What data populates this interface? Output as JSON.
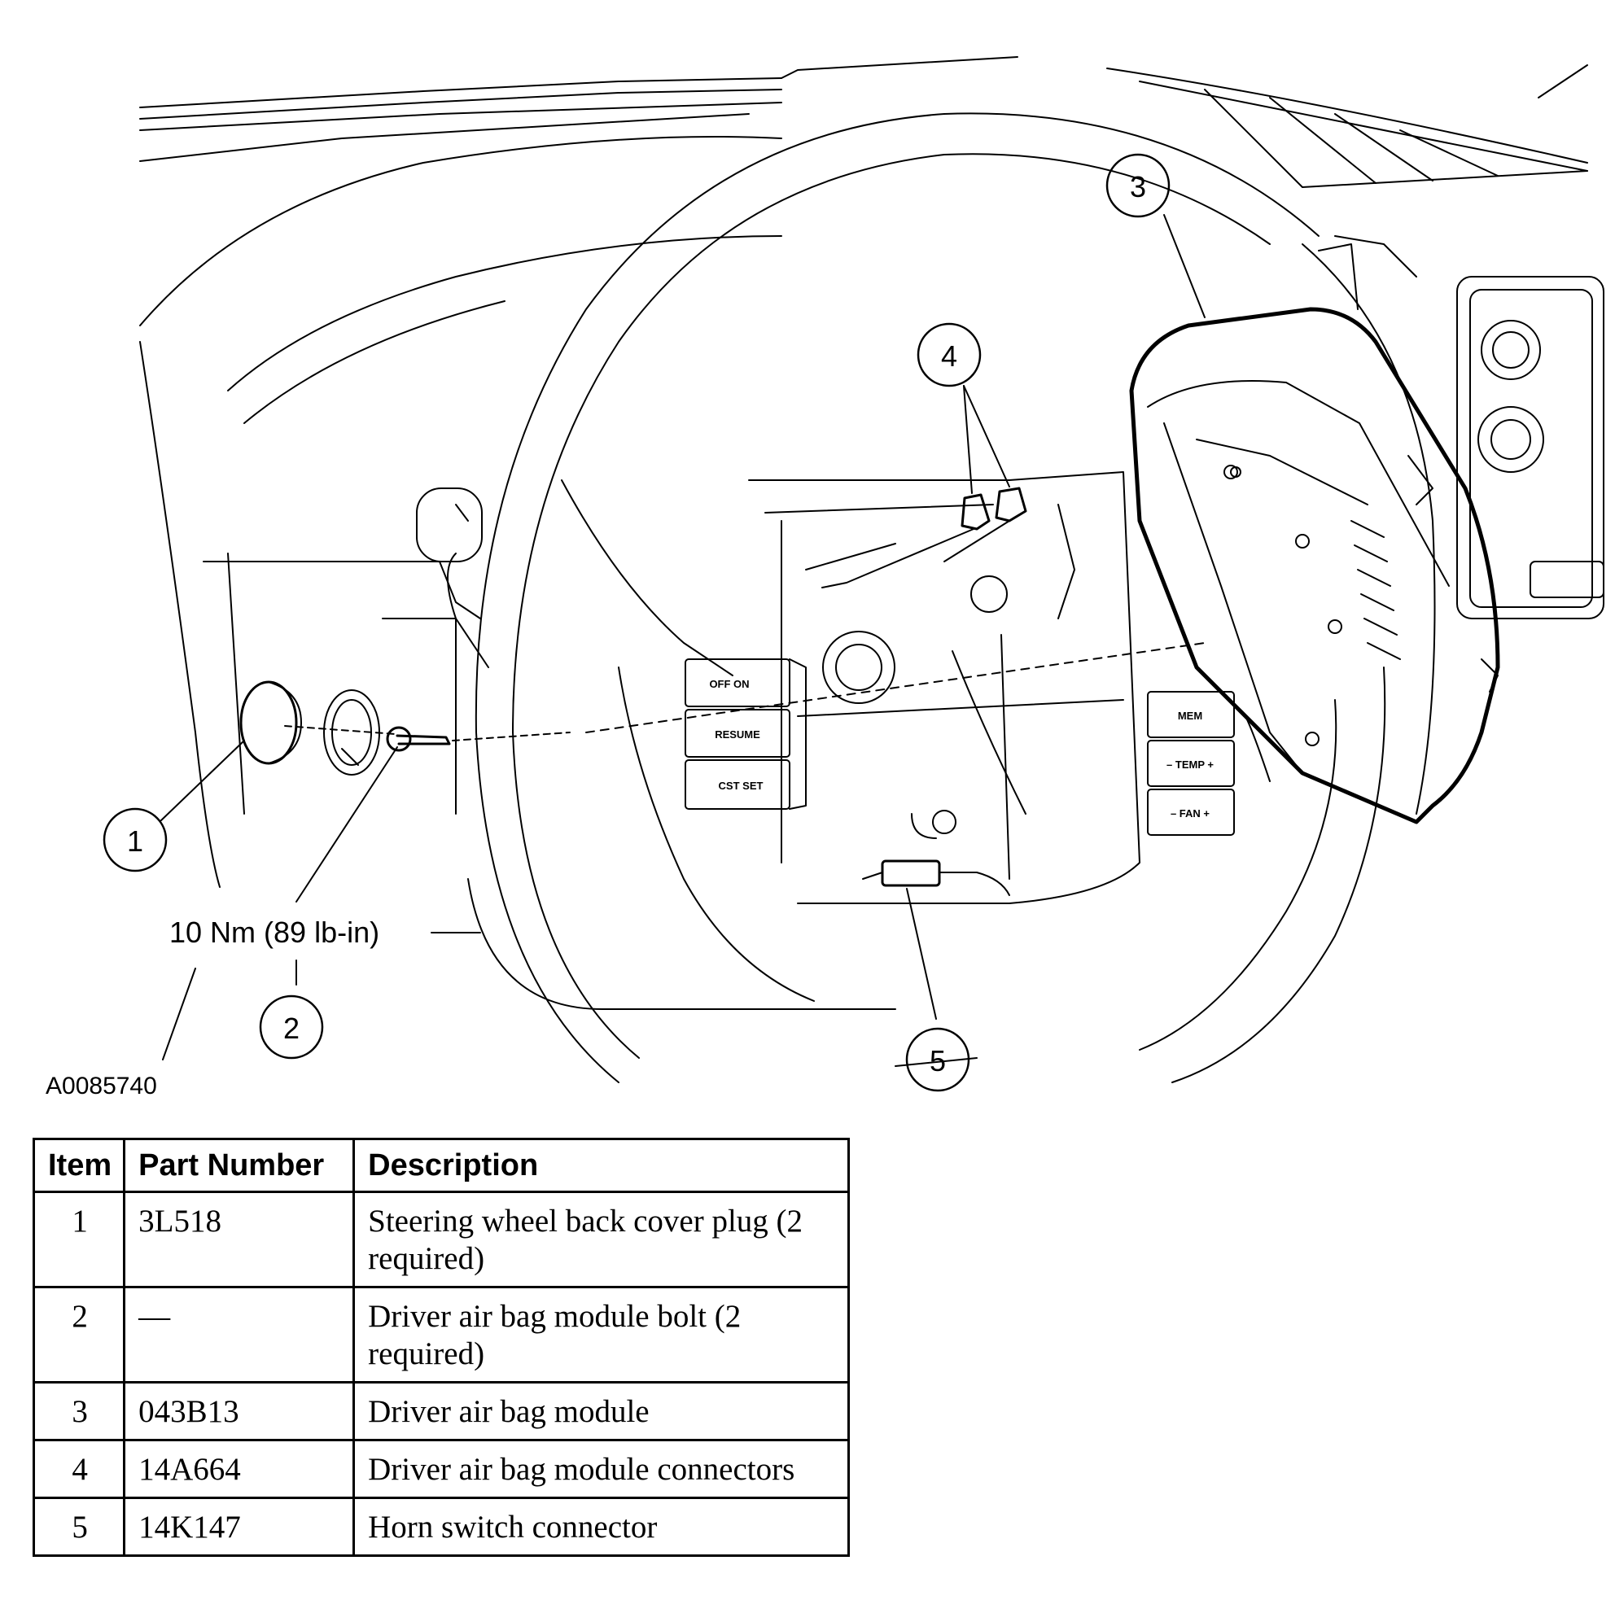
{
  "figure": {
    "id": "A0085740",
    "torque_label": "10 Nm (89 lb-in)",
    "callouts": [
      "1",
      "2",
      "3",
      "4",
      "5"
    ],
    "switch_labels": {
      "cruise": [
        "OFF ON",
        "RESUME",
        "CST SET"
      ],
      "climate": [
        "MEM",
        "– TEMP +",
        "– FAN +"
      ]
    }
  },
  "table": {
    "headers": {
      "item": "Item",
      "part": "Part Number",
      "desc": "Description"
    },
    "rows": [
      {
        "item": "1",
        "part": "3L518",
        "desc": "Steering wheel back cover plug (2 required)"
      },
      {
        "item": "2",
        "part": "—",
        "desc": "Driver air bag module bolt (2 required)"
      },
      {
        "item": "3",
        "part": "043B13",
        "desc": "Driver air bag module"
      },
      {
        "item": "4",
        "part": "14A664",
        "desc": "Driver air bag module connectors"
      },
      {
        "item": "5",
        "part": "14K147",
        "desc": "Horn switch connector"
      }
    ]
  }
}
